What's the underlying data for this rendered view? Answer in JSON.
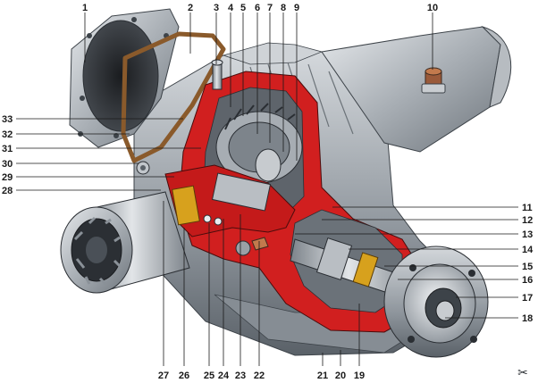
{
  "figure": {
    "watermark_glyph": "✂",
    "callouts": {
      "top": [
        "1",
        "2",
        "3",
        "4",
        "5",
        "6",
        "7",
        "8",
        "9",
        "10"
      ],
      "left": [
        "33",
        "32",
        "31",
        "30",
        "29",
        "28"
      ],
      "right": [
        "11",
        "12",
        "13",
        "14",
        "15",
        "16",
        "17",
        "18"
      ],
      "bottom": [
        "27",
        "26",
        "25",
        "24",
        "23",
        "22",
        "21",
        "20",
        "19"
      ]
    }
  }
}
